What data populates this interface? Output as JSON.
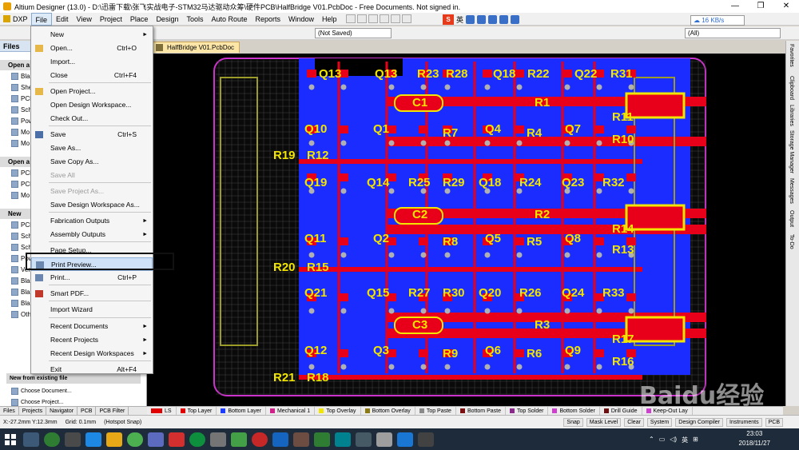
{
  "window": {
    "title": "Altium Designer (13.0) - D:\\迅雷下载\\张飞实战电子-STM32马达驱动众筹\\硬件PCB\\HalfBridge V01.PcbDoc - Free Documents. Not signed in.",
    "minimize": "—",
    "restore": "❐",
    "close": "✕"
  },
  "menubar": {
    "dxp": "DXP",
    "items": [
      "File",
      "Edit",
      "View",
      "Project",
      "Place",
      "Design",
      "Tools",
      "Auto Route",
      "Reports",
      "Window",
      "Help"
    ],
    "ime_label": "S",
    "ime_lang": "英",
    "speed": "16 KB/s"
  },
  "toolbar": {
    "not_saved": "(Not Saved)",
    "all_filter": "(All)"
  },
  "files_panel": {
    "title": "Files",
    "sections": [
      {
        "title": "Open a",
        "items": [
          "Bla",
          "She",
          "PCB",
          "Sch",
          "Pow",
          "Mo",
          "Mo"
        ]
      },
      {
        "title": "Open a",
        "items": [
          "PCB",
          "PCB",
          "Mo"
        ]
      },
      {
        "title": "New",
        "items": [
          "PCB",
          "Sch",
          "Sch",
          "Pow",
          "Ver",
          "Bla",
          "Bla",
          "Bla",
          "Oth"
        ]
      }
    ],
    "new_from_existing": "New from existing file",
    "choose_document": "Choose Document...",
    "choose_project": "Choose Project..."
  },
  "bottom_tabs": [
    "Files",
    "Projects",
    "Navigator",
    "PCB",
    "PCB Filter"
  ],
  "doc_tab": "HalfBridge V01.PcbDoc",
  "file_menu": {
    "items": [
      {
        "label": "New",
        "shortcut": "",
        "arrow": "►",
        "disabled": false
      },
      {
        "label": "Open...",
        "shortcut": "Ctrl+O",
        "arrow": "",
        "disabled": false
      },
      {
        "label": "Import...",
        "shortcut": "",
        "arrow": "",
        "disabled": false
      },
      {
        "label": "Close",
        "shortcut": "Ctrl+F4",
        "arrow": "",
        "disabled": false
      },
      {
        "label": "Open Project...",
        "shortcut": "",
        "arrow": "",
        "disabled": false
      },
      {
        "label": "Open Design Workspace...",
        "shortcut": "",
        "arrow": "",
        "disabled": false
      },
      {
        "label": "Check Out...",
        "shortcut": "",
        "arrow": "",
        "disabled": false
      },
      {
        "label": "Save",
        "shortcut": "Ctrl+S",
        "arrow": "",
        "disabled": false
      },
      {
        "label": "Save As...",
        "shortcut": "",
        "arrow": "",
        "disabled": false
      },
      {
        "label": "Save Copy As...",
        "shortcut": "",
        "arrow": "",
        "disabled": false
      },
      {
        "label": "Save All",
        "shortcut": "",
        "arrow": "",
        "disabled": true
      },
      {
        "label": "Save Project As...",
        "shortcut": "",
        "arrow": "",
        "disabled": true
      },
      {
        "label": "Save Design Workspace As...",
        "shortcut": "",
        "arrow": "",
        "disabled": false
      },
      {
        "label": "Fabrication Outputs",
        "shortcut": "",
        "arrow": "►",
        "disabled": false
      },
      {
        "label": "Assembly Outputs",
        "shortcut": "",
        "arrow": "►",
        "disabled": false
      },
      {
        "label": "Page Setup...",
        "shortcut": "",
        "arrow": "",
        "disabled": false
      },
      {
        "label": "Print Preview...",
        "shortcut": "",
        "arrow": "",
        "disabled": false
      },
      {
        "label": "Print...",
        "shortcut": "Ctrl+P",
        "arrow": "",
        "disabled": false
      },
      {
        "label": "Smart PDF...",
        "shortcut": "",
        "arrow": "",
        "disabled": false
      },
      {
        "label": "Import Wizard",
        "shortcut": "",
        "arrow": "",
        "disabled": false
      },
      {
        "label": "Recent Documents",
        "shortcut": "",
        "arrow": "►",
        "disabled": false
      },
      {
        "label": "Recent Projects",
        "shortcut": "",
        "arrow": "►",
        "disabled": false
      },
      {
        "label": "Recent Design Workspaces",
        "shortcut": "",
        "arrow": "►",
        "disabled": false
      },
      {
        "label": "Exit",
        "shortcut": "Alt+F4",
        "arrow": "",
        "disabled": false
      }
    ],
    "highlighted": "Print Preview..."
  },
  "layers": [
    {
      "name": "LS",
      "color": "#e00000"
    },
    {
      "name": "Top Layer",
      "color": "#e00000"
    },
    {
      "name": "Bottom Layer",
      "color": "#1c3cff"
    },
    {
      "name": "Mechanical 1",
      "color": "#d0208a"
    },
    {
      "name": "Top Overlay",
      "color": "#f2e600"
    },
    {
      "name": "Bottom Overlay",
      "color": "#8a7a10"
    },
    {
      "name": "Top Paste",
      "color": "#8a8a8a"
    },
    {
      "name": "Bottom Paste",
      "color": "#7a1010"
    },
    {
      "name": "Top Solder",
      "color": "#8a2a8a"
    },
    {
      "name": "Bottom Solder",
      "color": "#d040d0"
    },
    {
      "name": "Drill Guide",
      "color": "#6a1010"
    },
    {
      "name": "Keep-Out Lay",
      "color": "#d040d0"
    }
  ],
  "status": {
    "coords": "X:-27.2mm Y:12.3mm",
    "grid": "Grid: 0.1mm",
    "snap": "(Hotspot Snap)",
    "right_items": [
      "Snap",
      "Mask Level",
      "Clear"
    ],
    "right_tabs": [
      "System",
      "Design Compiler",
      "Instruments",
      "PCB"
    ]
  },
  "right_panels": [
    "Favorites",
    "Clipboard",
    "Libraries",
    "Storage Manager",
    "Messages",
    "Output",
    "To-Do"
  ],
  "clock": {
    "time": "23:03",
    "date": "2018/11/27"
  },
  "tray_lang": "英",
  "watermark": "Baidu经验",
  "pcb": {
    "components": [
      "Q13",
      "Q13",
      "R23",
      "R28",
      "Q18",
      "R22",
      "Q22",
      "R31",
      "C1",
      "R1",
      "R11",
      "Q10",
      "Q1",
      "R7",
      "Q4",
      "R4",
      "Q7",
      "R10",
      "R19",
      "R12",
      "Q19",
      "Q14",
      "R25",
      "R29",
      "Q18",
      "R24",
      "Q23",
      "R32",
      "C2",
      "R2",
      "R14",
      "Q11",
      "Q2",
      "R8",
      "Q5",
      "R5",
      "Q8",
      "R13",
      "R20",
      "R15",
      "Q21",
      "Q15",
      "R27",
      "R30",
      "Q20",
      "R26",
      "Q24",
      "R33",
      "C3",
      "R3",
      "R17",
      "Q12",
      "Q3",
      "R9",
      "Q6",
      "R6",
      "Q9",
      "R16",
      "R21",
      "R18"
    ]
  }
}
